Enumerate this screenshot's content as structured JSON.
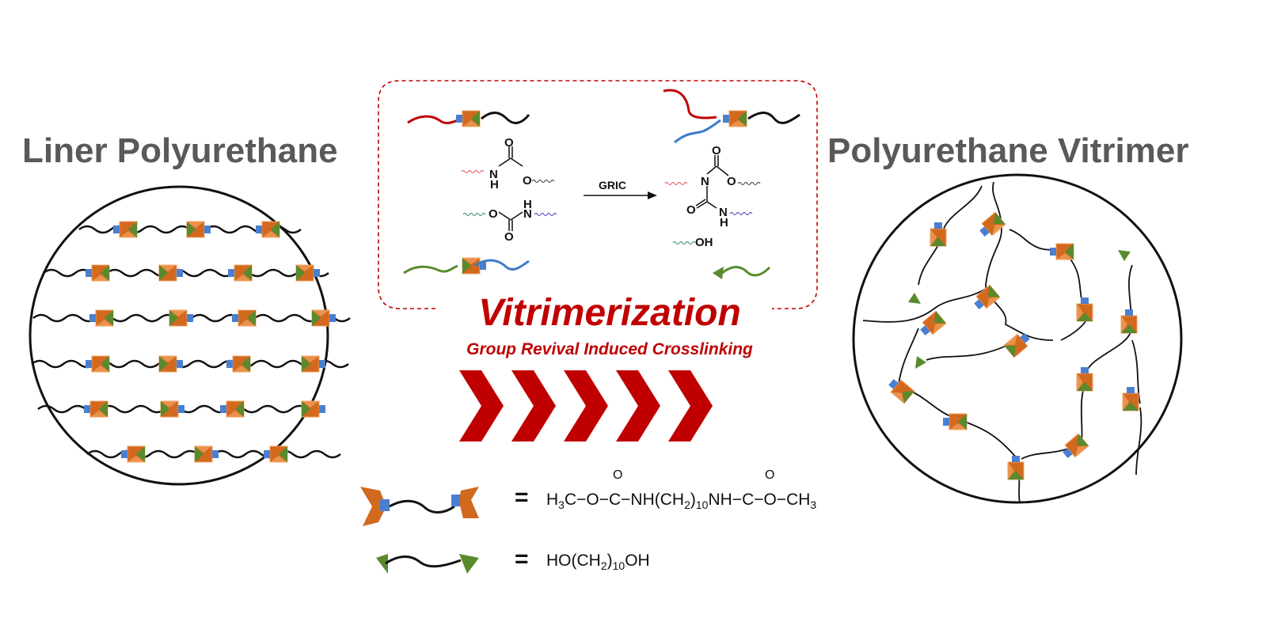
{
  "titles": {
    "left": "Liner Polyurethane",
    "right": "Polyurethane Vitrimer"
  },
  "center": {
    "heading": "Vitrimerization",
    "subheading": "Group Revival Induced Crosslinking",
    "reaction_label": "GRIC",
    "chevron_count": 5
  },
  "reaction": {
    "reactant1": {
      "left": "N",
      "left_h": "H",
      "carbonyl_o": "O",
      "right": "O"
    },
    "reactant2": {
      "left": "O",
      "right": "N",
      "right_h": "H",
      "carbonyl_o": "O"
    },
    "product": {
      "n": "N",
      "carbonyl_o_top": "O",
      "o_right": "O",
      "carbonyl_o_left": "O",
      "nh": "N",
      "nh_h": "H"
    },
    "byproduct": "OH"
  },
  "legend": [
    {
      "symbol": "methyl-carbamate-end-capped-diurethane",
      "equals": "=",
      "formula_parts": [
        "H",
        "3",
        "C−O−C−NH",
        "(CH",
        "2",
        ")",
        "10",
        "NH−C−O−CH",
        "3"
      ],
      "carbonyl": "O"
    },
    {
      "symbol": "diol",
      "equals": "=",
      "formula_parts": [
        "HO",
        "(CH",
        "2",
        ")",
        "10",
        "OH"
      ]
    }
  ],
  "colors": {
    "accent_red": "#c00000",
    "title_gray": "#595959",
    "orange": "#d2691e",
    "green": "#5a8a2e",
    "blue": "#4a7fd0",
    "chain_red": "#c00000",
    "chain_blue": "#3a7cc8",
    "chain_green": "#5a8a2e"
  }
}
